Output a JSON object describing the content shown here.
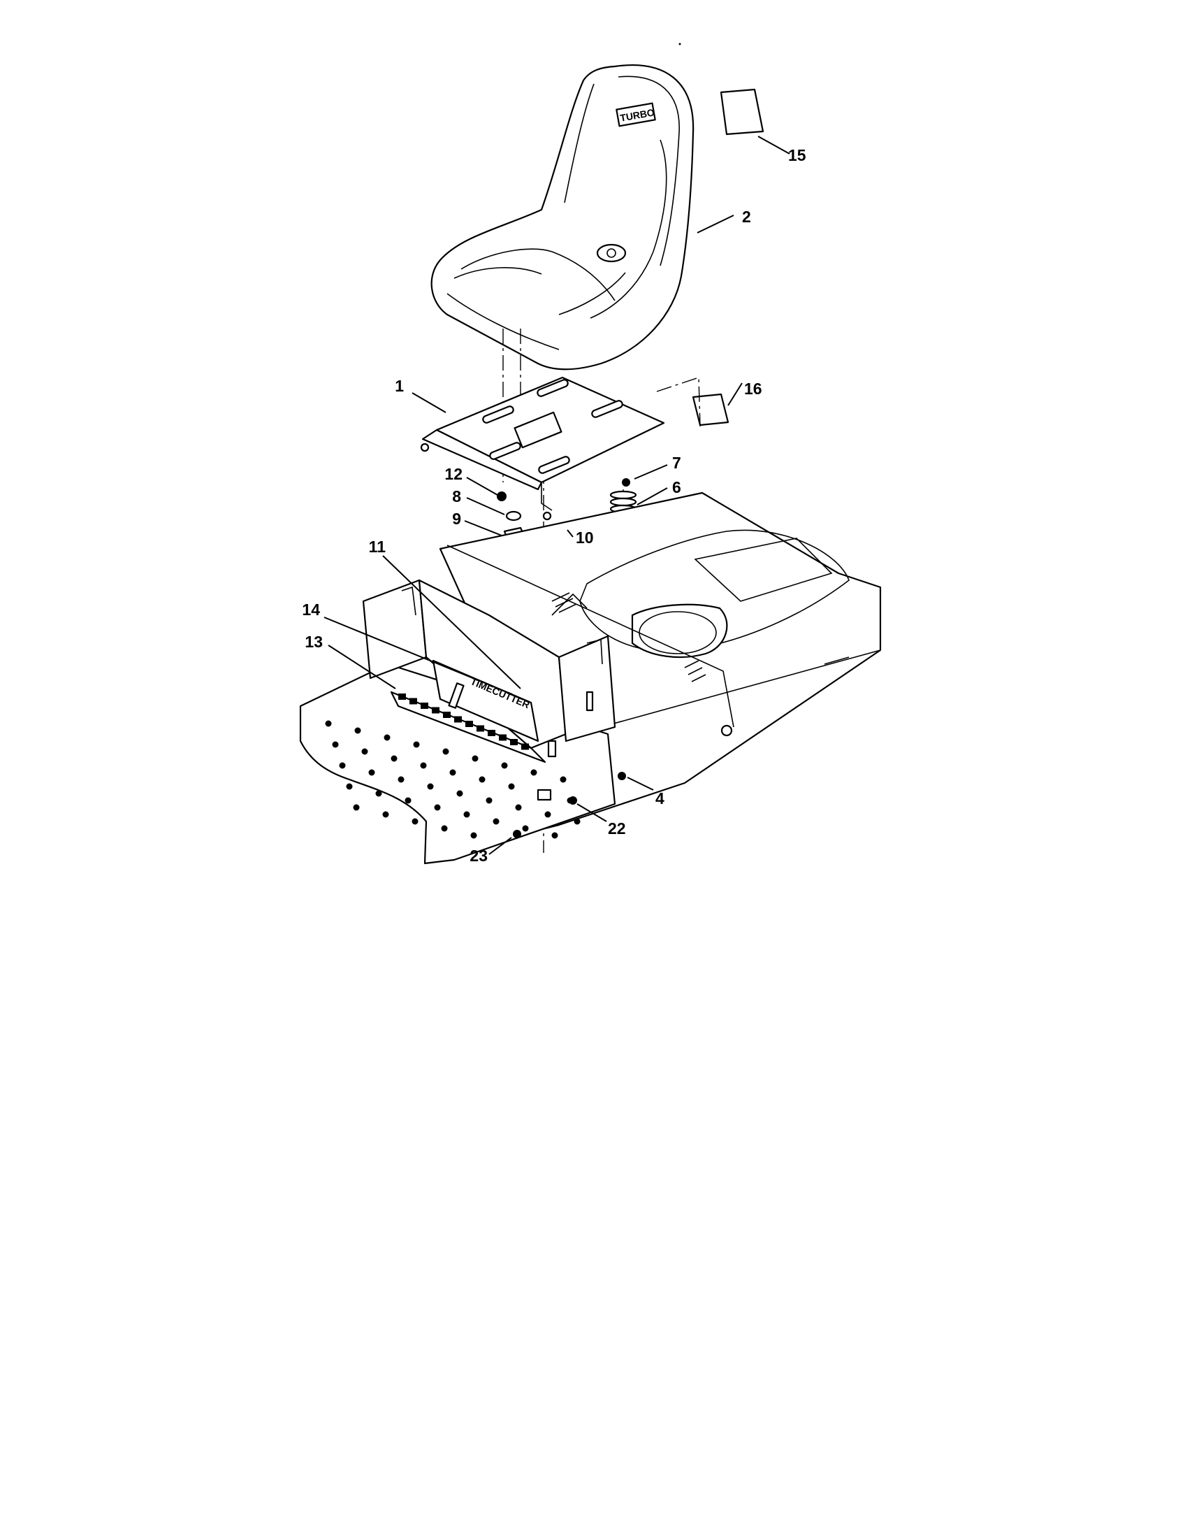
{
  "diagram": {
    "seat_badge_text": "TURBO",
    "panel_decal_text": "TIMECUTTER",
    "callouts": [
      {
        "id": "1",
        "label": "1"
      },
      {
        "id": "2",
        "label": "2"
      },
      {
        "id": "4",
        "label": "4"
      },
      {
        "id": "6",
        "label": "6"
      },
      {
        "id": "7",
        "label": "7"
      },
      {
        "id": "8",
        "label": "8"
      },
      {
        "id": "9",
        "label": "9"
      },
      {
        "id": "10",
        "label": "10"
      },
      {
        "id": "11",
        "label": "11"
      },
      {
        "id": "12",
        "label": "12"
      },
      {
        "id": "13",
        "label": "13"
      },
      {
        "id": "14",
        "label": "14"
      },
      {
        "id": "15",
        "label": "15"
      },
      {
        "id": "16",
        "label": "16"
      },
      {
        "id": "22",
        "label": "22"
      },
      {
        "id": "23",
        "label": "23"
      }
    ]
  }
}
